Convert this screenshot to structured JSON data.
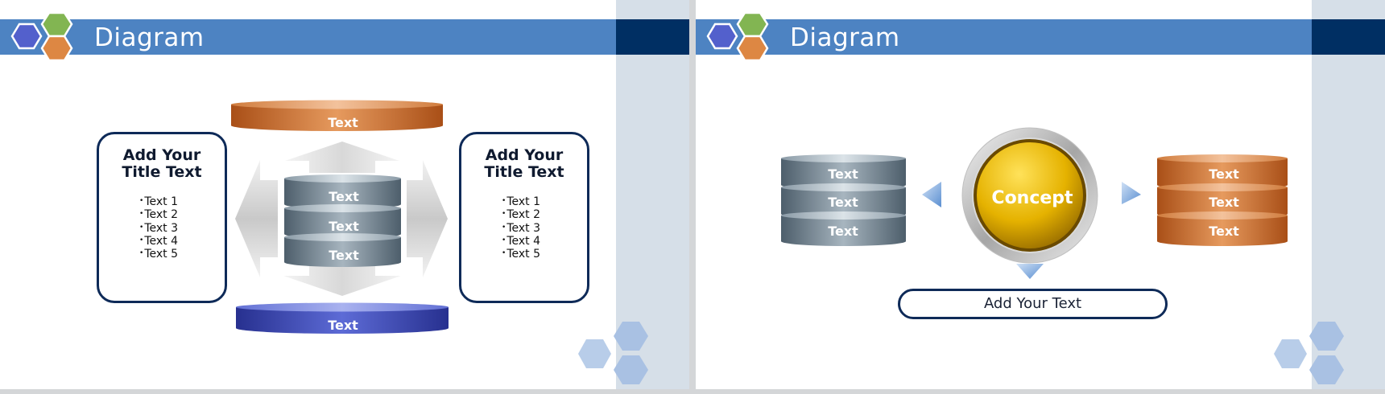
{
  "slides": [
    {
      "title": "Diagram",
      "top_disc": "Text",
      "center_stack": [
        "Text",
        "Text",
        "Text"
      ],
      "bottom_disc": "Text",
      "left_box": {
        "title_lines": [
          "Add Your",
          "Title Text"
        ],
        "items": [
          "Text 1",
          "Text 2",
          "Text 3",
          "Text 4",
          "Text 5"
        ]
      },
      "right_box": {
        "title_lines": [
          "Add Your",
          "Title Text"
        ],
        "items": [
          "Text 1",
          "Text 2",
          "Text 3",
          "Text 4",
          "Text 5"
        ]
      }
    },
    {
      "title": "Diagram",
      "left_stack": [
        "Text",
        "Text",
        "Text"
      ],
      "concept": "Concept",
      "right_stack": [
        "Text",
        "Text",
        "Text"
      ],
      "caption": "Add Your Text"
    }
  ],
  "colors": {
    "title_bar": "#4d83c2",
    "title_dark": "#002f63",
    "side_panel": "#d6dfe8",
    "orange": "#c1662a",
    "blue_disc": "#3a49b5",
    "slate": "#6c8190",
    "concept_gold": "#e6b000",
    "hex_purple": "#5360cc",
    "hex_green": "#82b552",
    "hex_orange": "#dd8743"
  },
  "icons": [
    "hexagon-logo",
    "hexagon-decoration",
    "arrow-up",
    "arrow-down",
    "arrow-left",
    "arrow-right"
  ]
}
